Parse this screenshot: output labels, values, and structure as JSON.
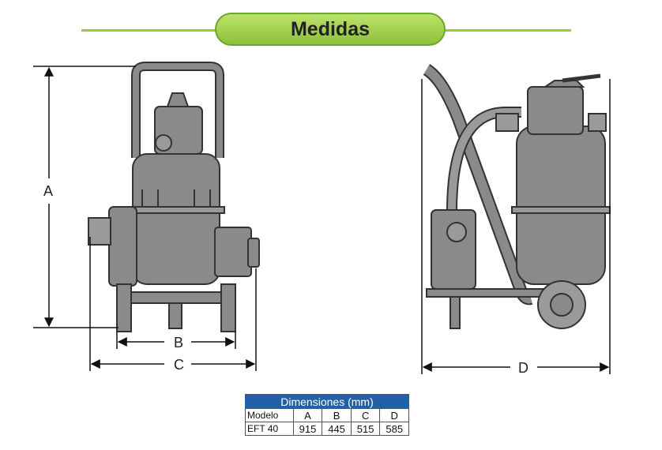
{
  "header": {
    "title": "Medidas"
  },
  "dimensions": {
    "a": "A",
    "b": "B",
    "c": "C",
    "d": "D"
  },
  "table": {
    "caption": "Dimensiones (mm)",
    "headers": [
      "Modelo",
      "A",
      "B",
      "C",
      "D"
    ],
    "rows": [
      [
        "EFT 40",
        "915",
        "445",
        "515",
        "585"
      ]
    ]
  },
  "colors": {
    "accent": "#9bc93c",
    "table_header": "#2360a8",
    "equipment": "#8a8a8a"
  }
}
